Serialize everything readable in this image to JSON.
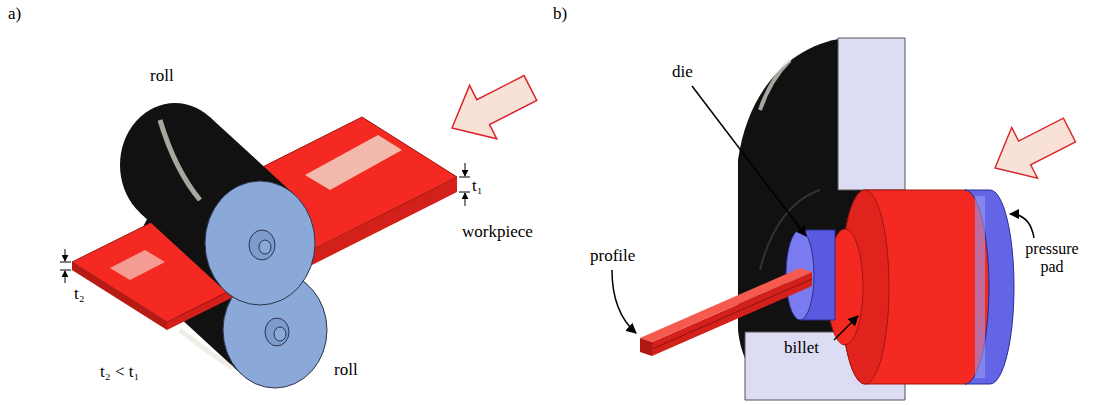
{
  "diagram": {
    "labels": [
      "a)",
      "b)",
      "roll",
      "t₁",
      "workpiece",
      "t₂",
      "roll",
      "t₂ < t₁",
      "die",
      "profile",
      "pressure pad",
      "billet"
    ]
  }
}
